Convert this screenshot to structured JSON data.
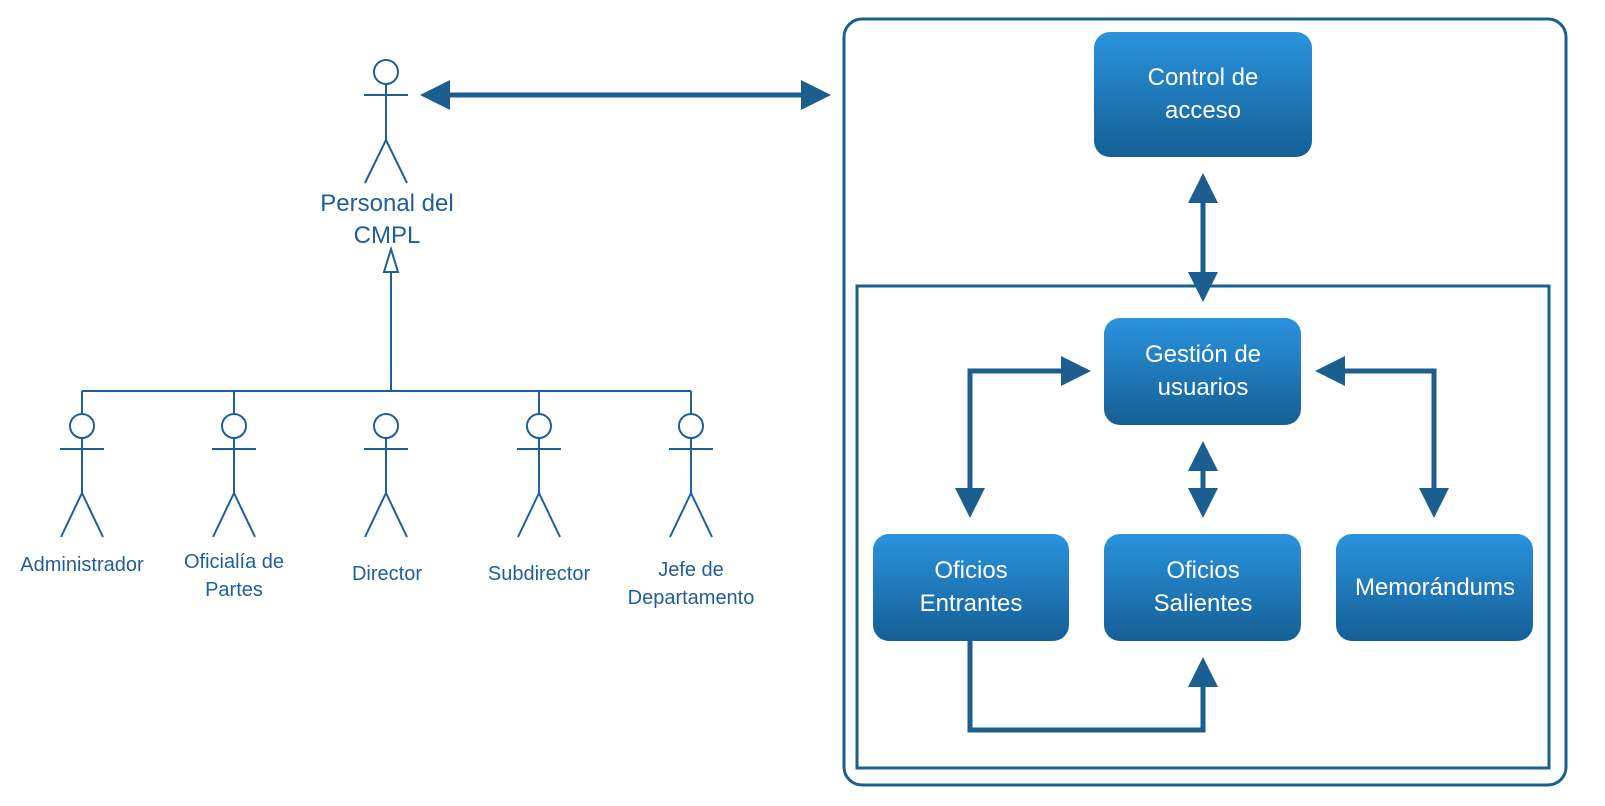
{
  "colors": {
    "actor": "#1f5f99",
    "connector": "#1a5f8f",
    "box_top": "#2a93de",
    "box_bottom": "#155f95",
    "frame": "#1a5f8f"
  },
  "main_actor": {
    "label_line1": "Personal del",
    "label_line2": "CMPL",
    "icon": "stick-figure-icon"
  },
  "actors": [
    {
      "id": "administrador",
      "line1": "Administrador",
      "line2": ""
    },
    {
      "id": "oficialia",
      "line1": "Oficialía de",
      "line2": "Partes"
    },
    {
      "id": "director",
      "line1": "Director",
      "line2": ""
    },
    {
      "id": "subdirector",
      "line1": "Subdirector",
      "line2": ""
    },
    {
      "id": "jefe",
      "line1": "Jefe de",
      "line2": "Departamento"
    }
  ],
  "modules": {
    "control_acceso": {
      "line1": "Control de",
      "line2": "acceso"
    },
    "gestion_usuarios": {
      "line1": "Gestión de",
      "line2": "usuarios"
    },
    "oficios_entrantes": {
      "line1": "Oficios",
      "line2": "Entrantes"
    },
    "oficios_salientes": {
      "line1": "Oficios",
      "line2": "Salientes"
    },
    "memorandums": {
      "line1": "Memorándums",
      "line2": ""
    }
  }
}
